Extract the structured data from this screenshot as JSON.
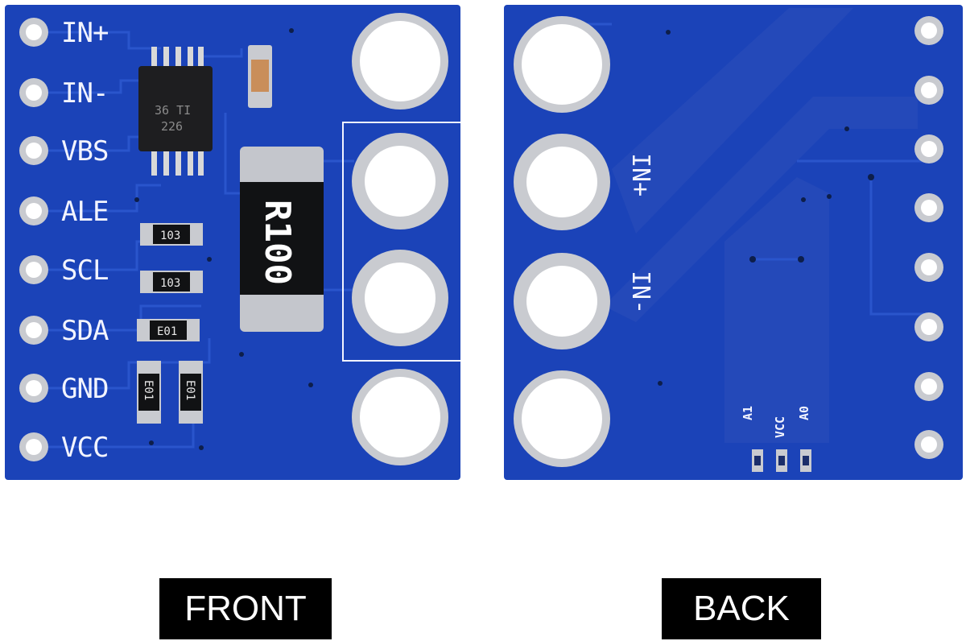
{
  "colors": {
    "pcb": "#1b43b8",
    "pcb_trace": "#2a55cc",
    "pad": "#c9cbd0",
    "hole": "#ffffff",
    "silkscreen": "#f2f4ff",
    "caption_bg": "#000000",
    "caption_text": "#ffffff"
  },
  "front": {
    "pins": [
      "IN+",
      "IN-",
      "VBS",
      "ALE",
      "SCL",
      "SDA",
      "GND",
      "VCC"
    ],
    "chip": {
      "line1": "36 TI",
      "line2": "226"
    },
    "shunt_resistor": "R100",
    "smd_resistors": [
      "103",
      "103",
      "E01",
      "E01",
      "E01"
    ],
    "caption": "FRONT"
  },
  "back": {
    "terminal_labels": [
      "IN+",
      "IN-"
    ],
    "address_labels": [
      "A1",
      "VCC",
      "A0"
    ],
    "caption": "BACK"
  }
}
